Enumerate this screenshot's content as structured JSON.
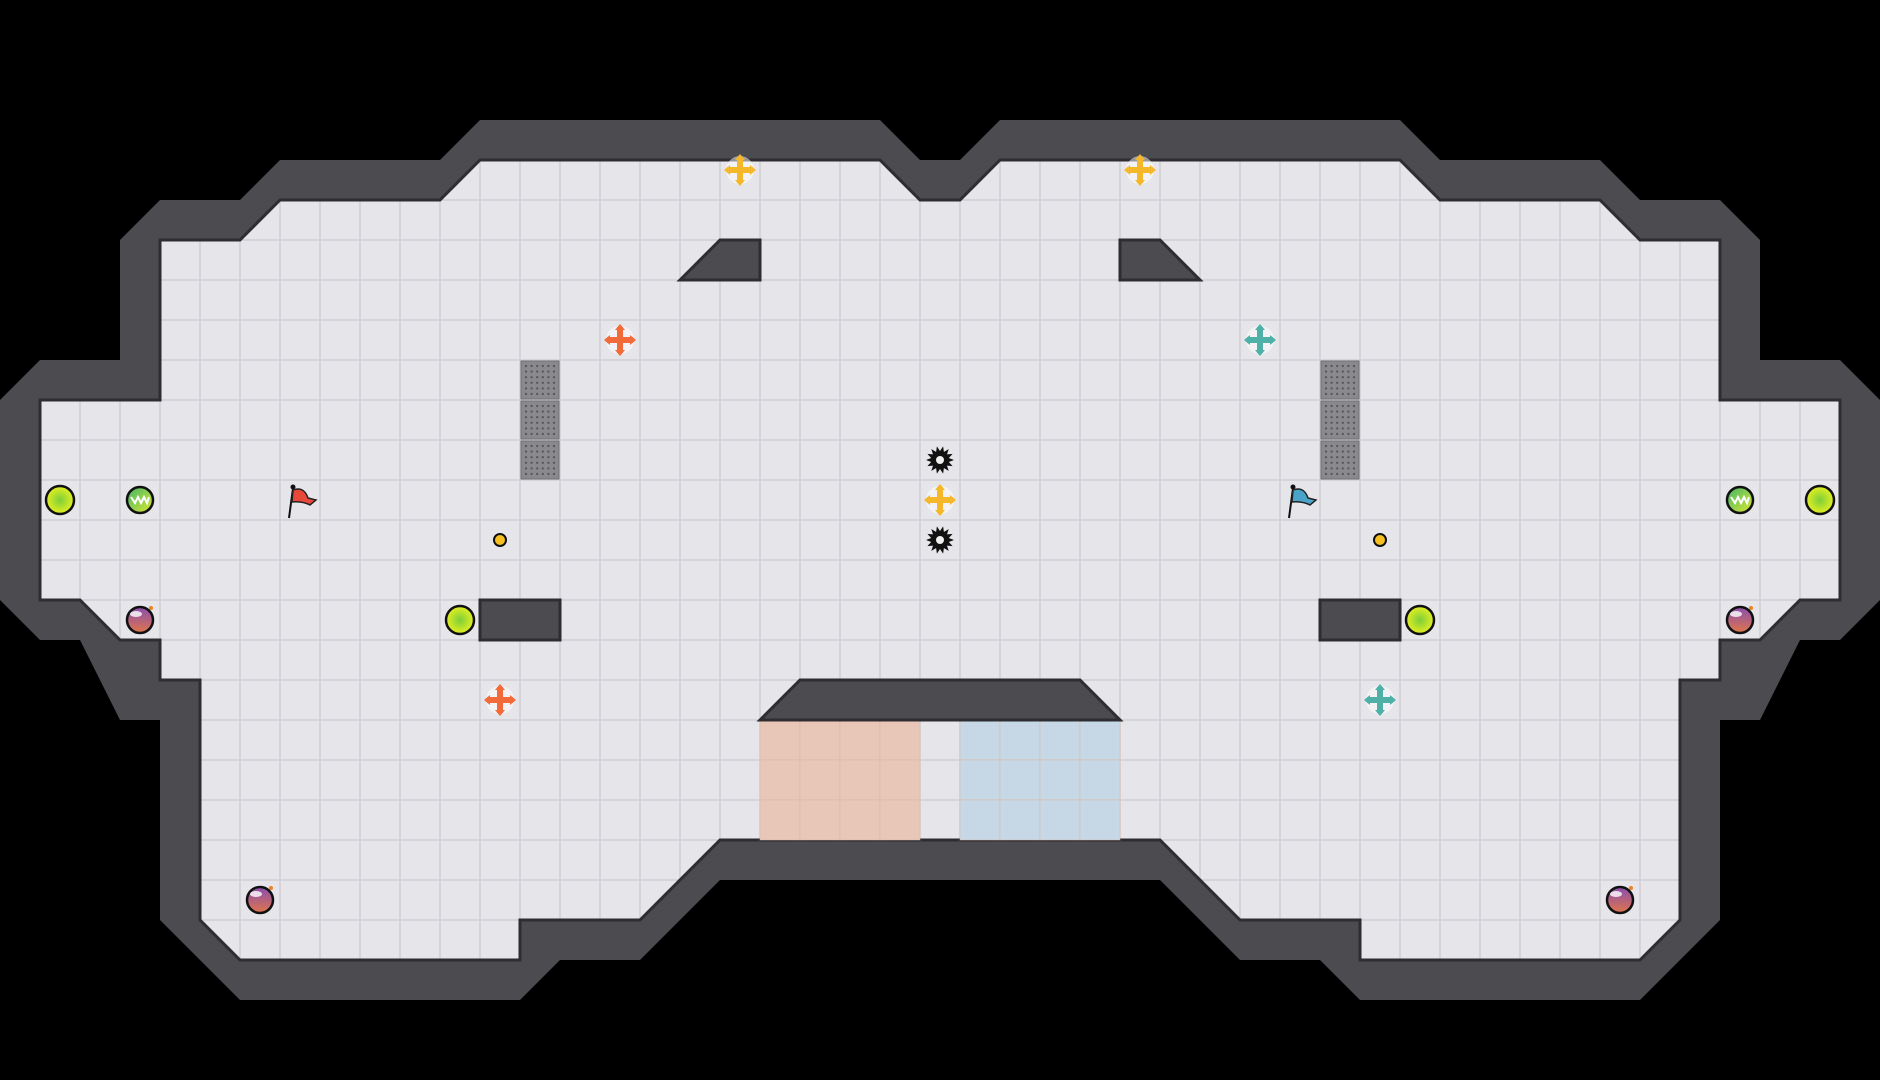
{
  "game": {
    "map_type": "capture-the-flag arena",
    "colors": {
      "background": "#000000",
      "floor": "#e6e6ea",
      "grid_line": "#cfcfd4",
      "wall": "#4b4b50",
      "wall_edge": "#2e2e32",
      "red_zone": "#e8c6b8",
      "blue_zone": "#c6d8e6",
      "gate": "#8a8a8e",
      "red_team": "#e8483a",
      "blue_team": "#4aa3c8",
      "neutral_boost": "#f5b82a",
      "red_boost": "#f26a3a",
      "blue_boost": "#4fb0a8"
    },
    "entity_types": {
      "red_flag": "red-flag-icon",
      "blue_flag": "blue-flag-icon",
      "neutral_boost": "neutral-boost-icon",
      "red_boost": "red-boost-icon",
      "blue_boost": "blue-boost-icon",
      "spike": "spike-icon",
      "bomb": "bomb-icon",
      "powerup": "powerup-icon",
      "portal": "portal-icon",
      "button": "button-icon",
      "gate": "gate-tile",
      "red_endzone": "red-endzone",
      "blue_endzone": "blue-endzone"
    }
  }
}
